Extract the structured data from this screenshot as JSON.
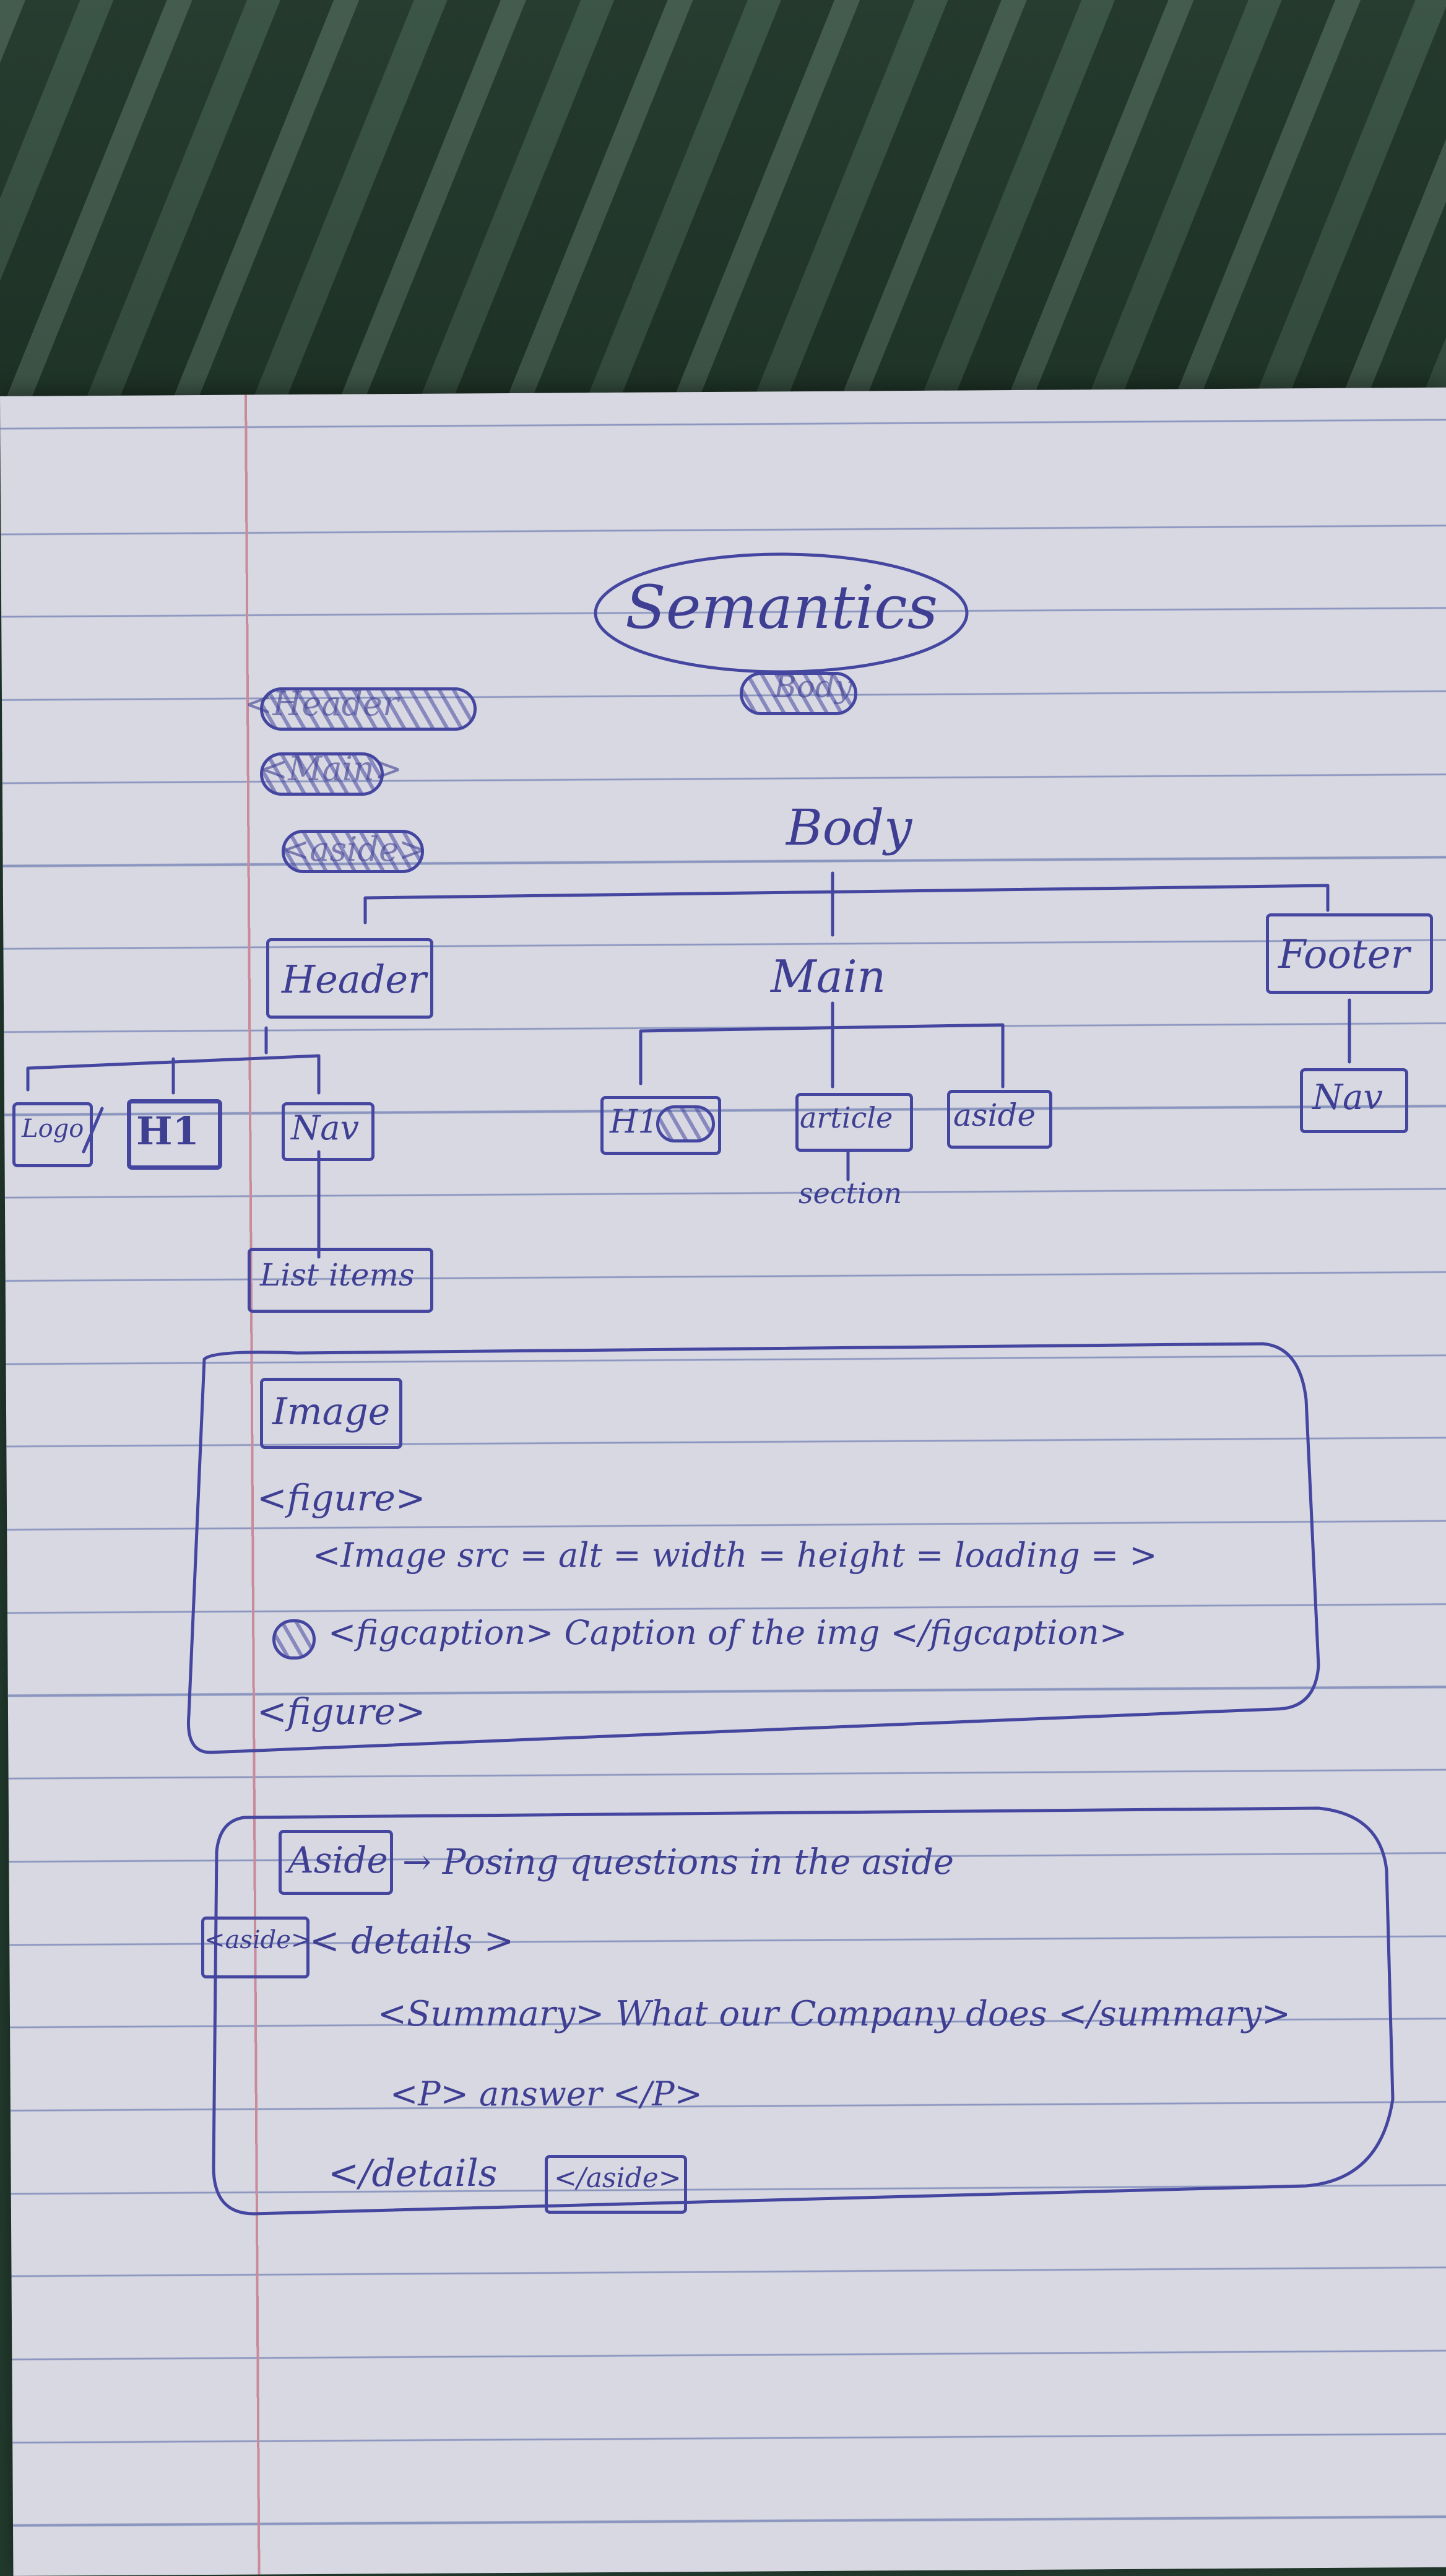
{
  "title": "Semantics",
  "scratched": [
    "Body",
    "<Header",
    "<Main>",
    "<aside>"
  ],
  "tree": {
    "root": "Body",
    "header": {
      "label": "Header",
      "children": [
        "Logo",
        "H1",
        "Nav"
      ],
      "nav_child": "List items"
    },
    "main": {
      "label": "Main",
      "children": [
        "H1",
        "article",
        "aside"
      ],
      "article_child": "section"
    },
    "footer": {
      "label": "Footer",
      "children": [
        "Nav"
      ]
    }
  },
  "image_block": {
    "heading": "Image",
    "lines": [
      "<figure>",
      "<Image   src =   alt =   width =   height =   loading =  >",
      "<figcaption> Caption of the img </figcaption>",
      "<figure>"
    ]
  },
  "aside_block": {
    "heading": "Aside",
    "arrow_text": "→  Posing questions in the aside",
    "aside_tag": "<aside>",
    "lines": [
      "< details >",
      "<Summary> What our Company does </summary>",
      "<P> answer </P>",
      "</details"
    ],
    "closing_tag": "</aside>"
  }
}
